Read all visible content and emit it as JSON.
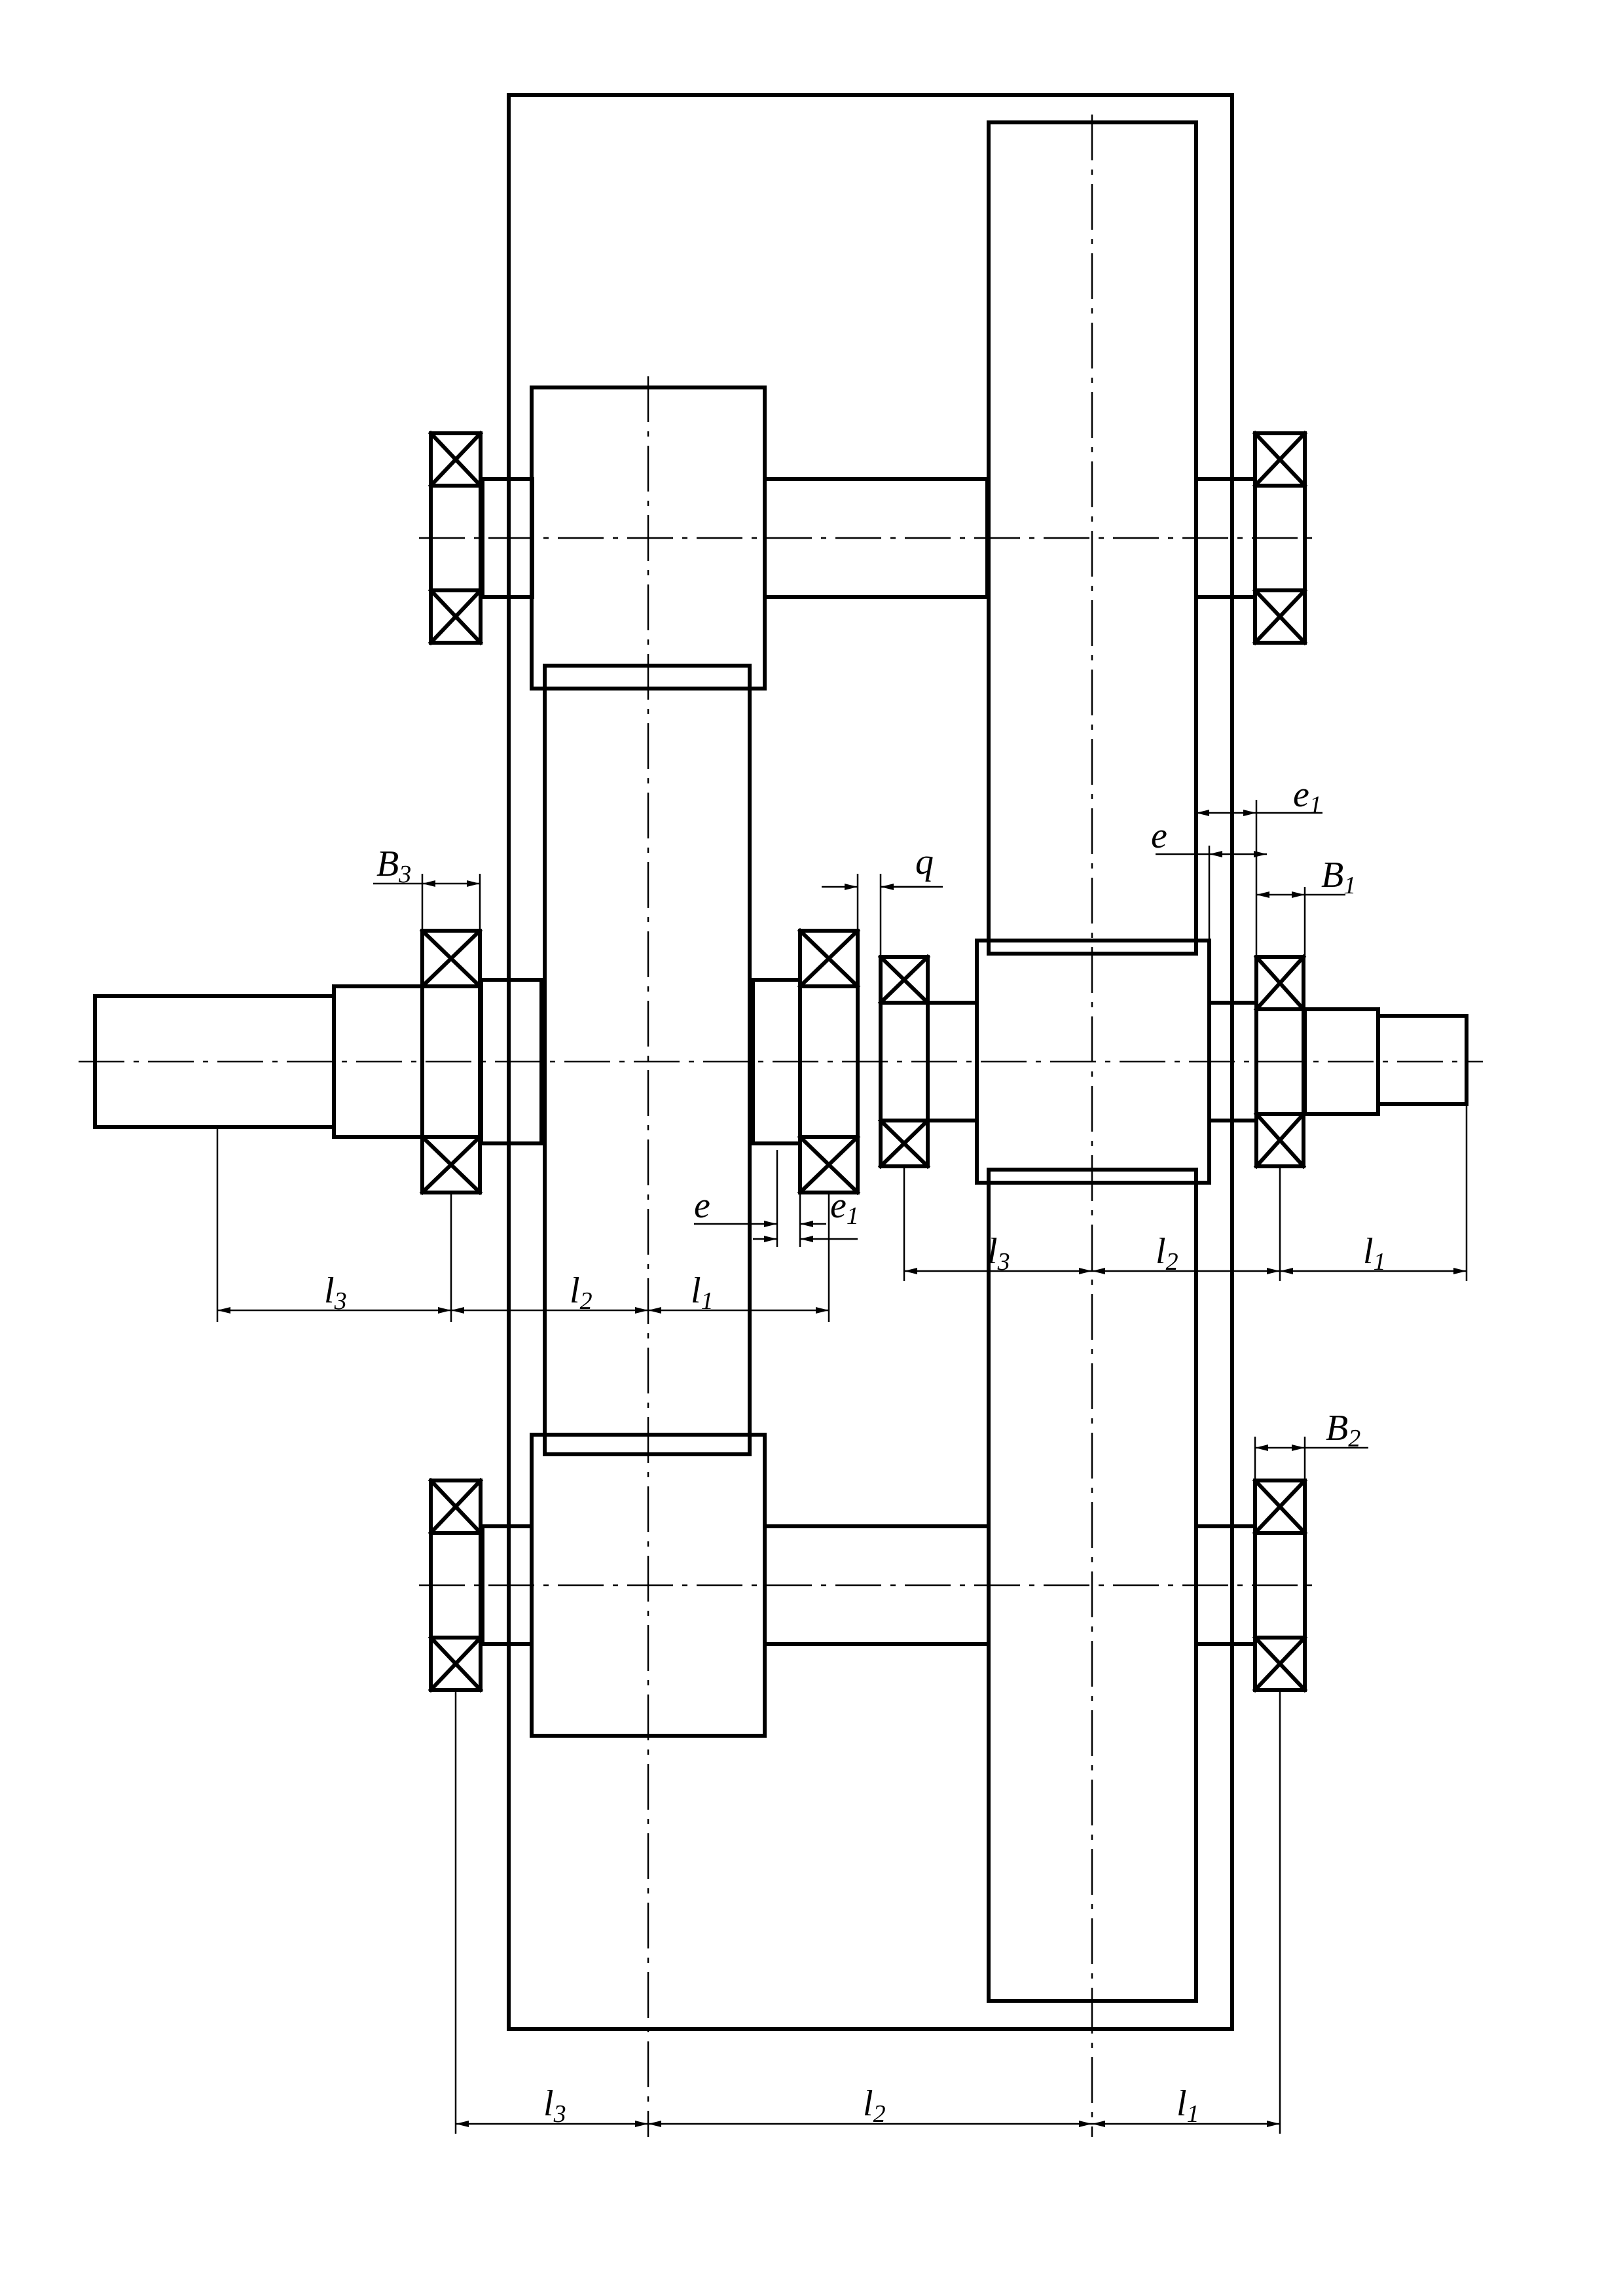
{
  "labels": {
    "top_e1": {
      "main": "e",
      "sub": "1"
    },
    "top_e": {
      "main": "e",
      "sub": ""
    },
    "top_b1": {
      "main": "B",
      "sub": "1"
    },
    "q": {
      "main": "q",
      "sub": ""
    },
    "b3": {
      "main": "B",
      "sub": "3"
    },
    "mid_e": {
      "main": "e",
      "sub": ""
    },
    "mid_e1": {
      "main": "e",
      "sub": "1"
    },
    "b2": {
      "main": "B",
      "sub": "2"
    },
    "left_l3": {
      "main": "l",
      "sub": "3"
    },
    "left_l2": {
      "main": "l",
      "sub": "2"
    },
    "left_l1": {
      "main": "l",
      "sub": "1"
    },
    "right_l3": {
      "main": "l",
      "sub": "3"
    },
    "right_l2": {
      "main": "l",
      "sub": "2"
    },
    "right_l1": {
      "main": "l",
      "sub": "1"
    },
    "bottom_l3": {
      "main": "l",
      "sub": "3"
    },
    "bottom_l2": {
      "main": "l",
      "sub": "2"
    },
    "bottom_l1": {
      "main": "l",
      "sub": "1"
    }
  }
}
